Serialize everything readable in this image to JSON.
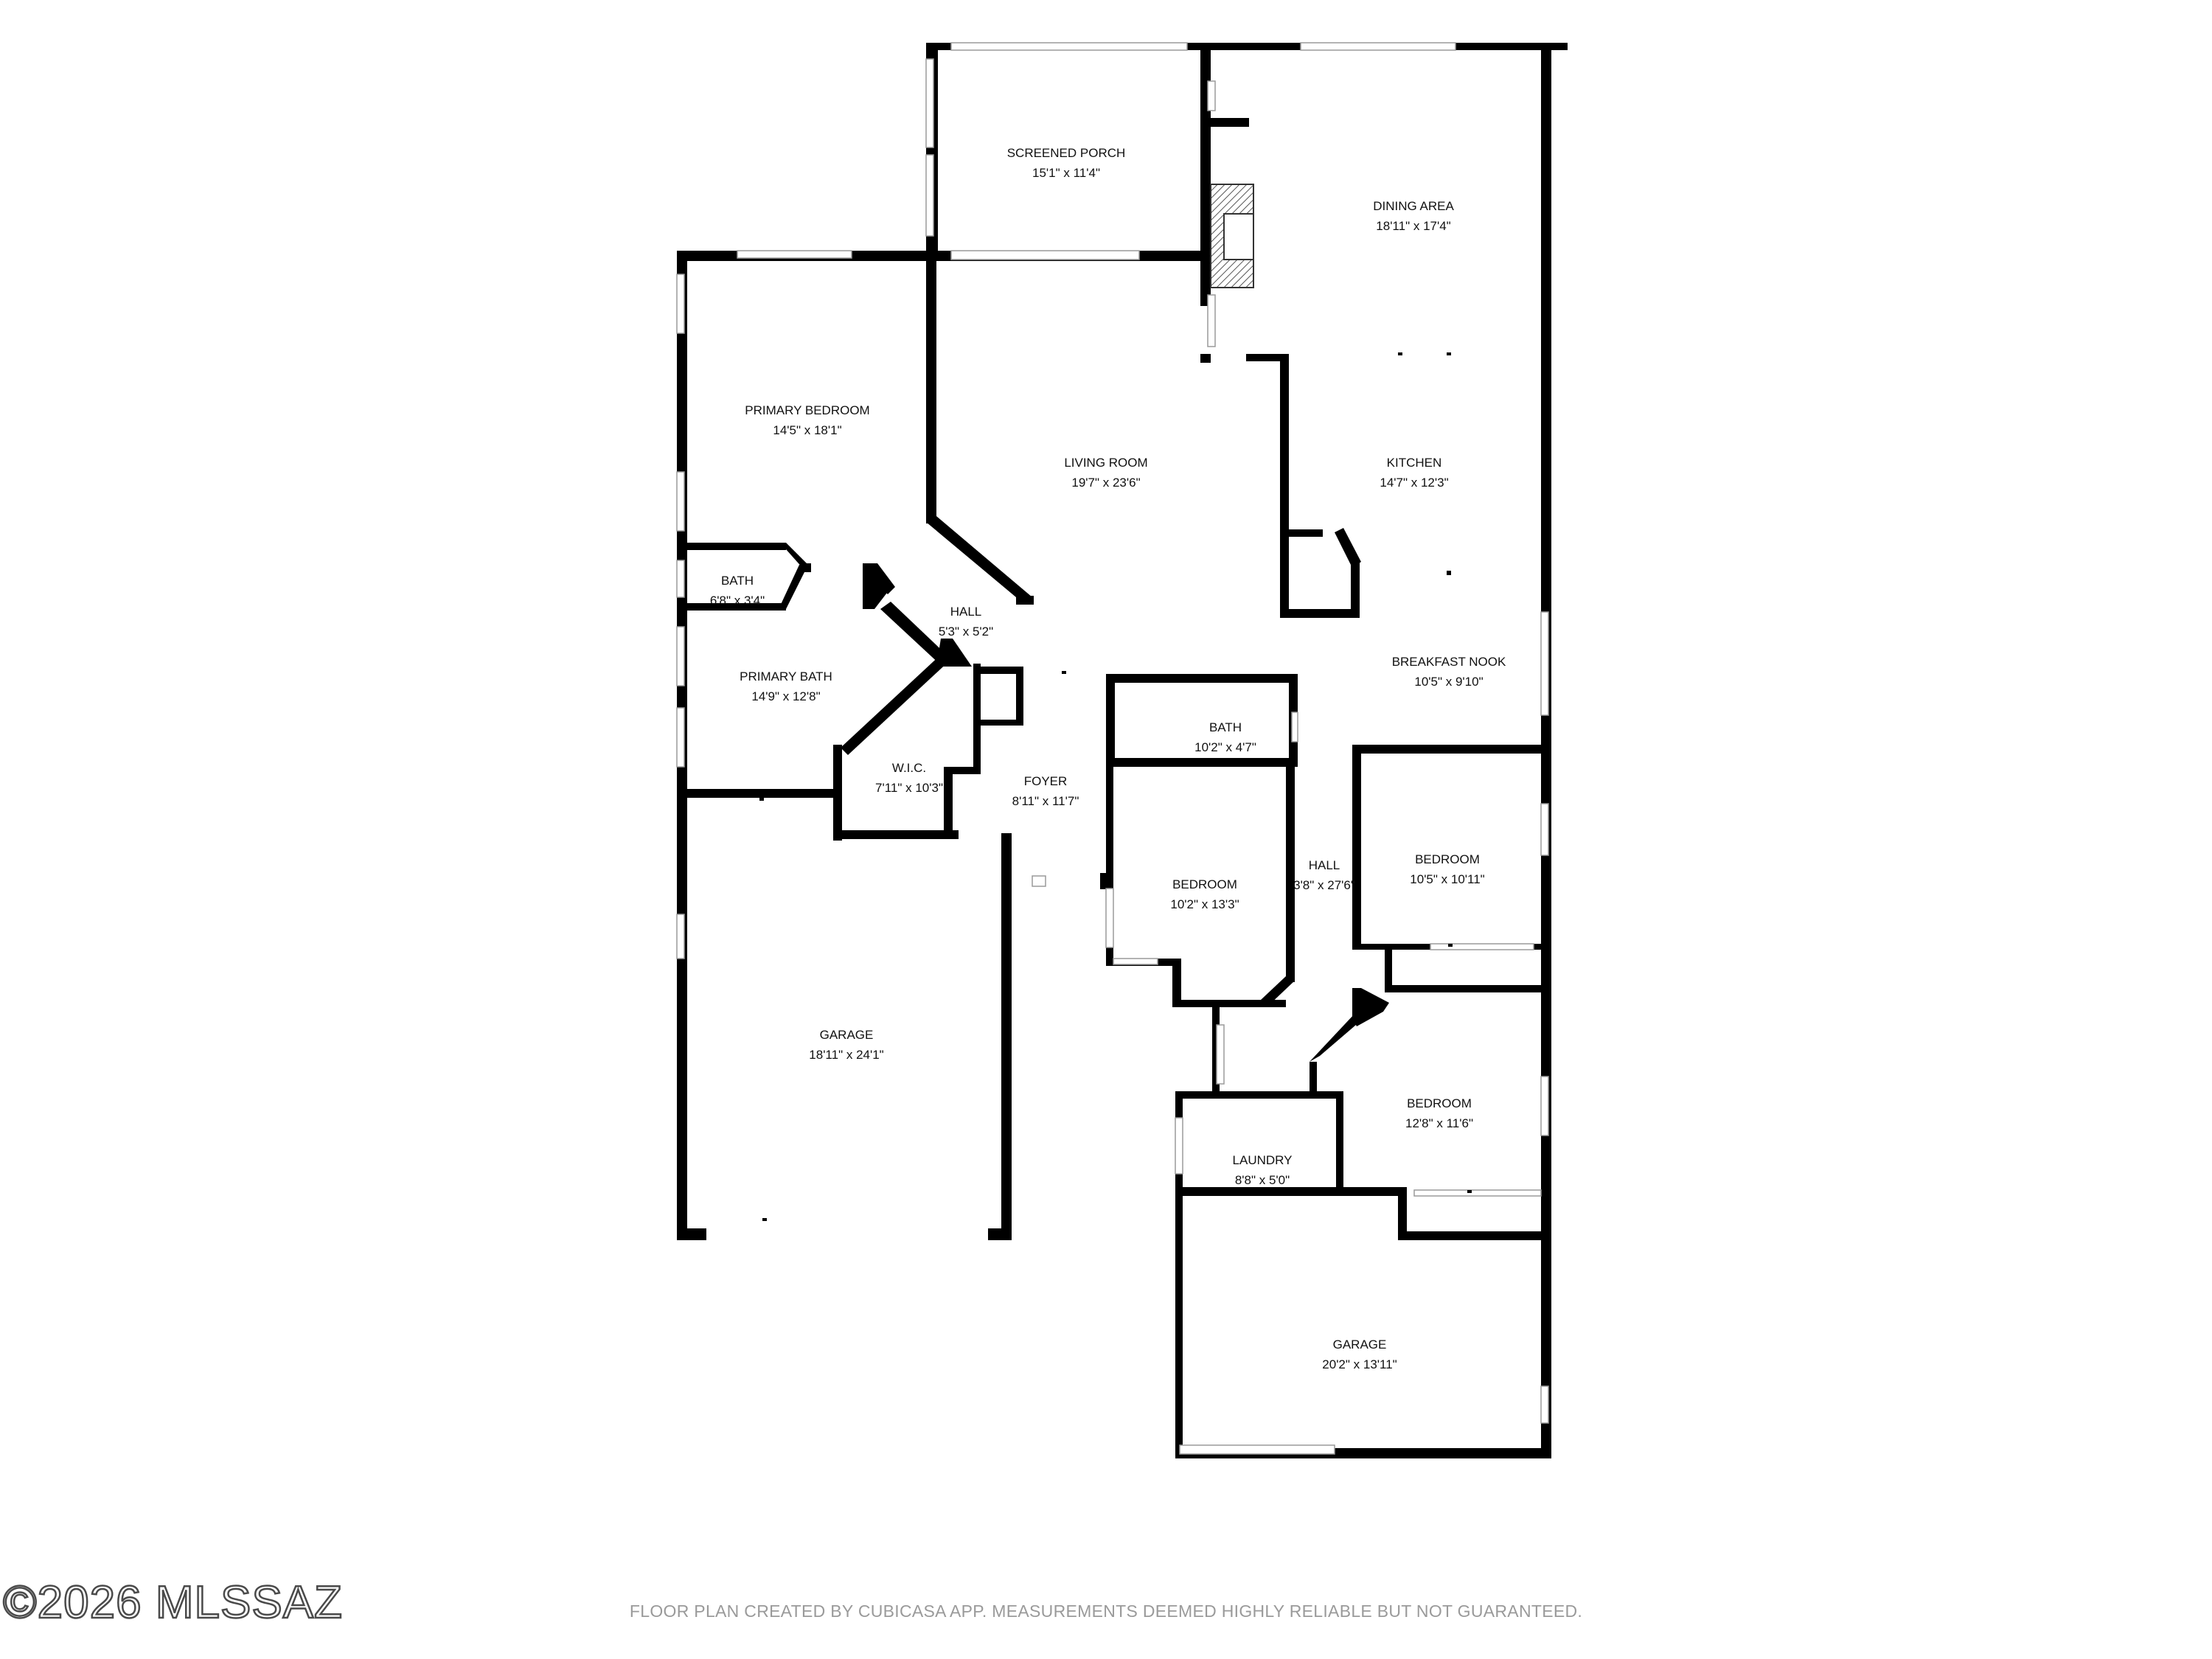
{
  "rooms": [
    {
      "id": "screened-porch",
      "name": "SCREENED PORCH",
      "dims": "15'1\" x 11'4\""
    },
    {
      "id": "dining-area",
      "name": "DINING AREA",
      "dims": "18'11\" x 17'4\""
    },
    {
      "id": "primary-bedroom",
      "name": "PRIMARY BEDROOM",
      "dims": "14'5\" x 18'1\""
    },
    {
      "id": "living-room",
      "name": "LIVING ROOM",
      "dims": "19'7\" x 23'6\""
    },
    {
      "id": "kitchen",
      "name": "KITCHEN",
      "dims": "14'7\" x 12'3\""
    },
    {
      "id": "bath-1",
      "name": "BATH",
      "dims": "6'8\" x 3'4\""
    },
    {
      "id": "hall-1",
      "name": "HALL",
      "dims": "5'3\" x 5'2\""
    },
    {
      "id": "breakfast-nook",
      "name": "BREAKFAST NOOK",
      "dims": "10'5\" x 9'10\""
    },
    {
      "id": "primary-bath",
      "name": "PRIMARY BATH",
      "dims": "14'9\" x 12'8\""
    },
    {
      "id": "bath-2",
      "name": "BATH",
      "dims": "10'2\" x 4'7\""
    },
    {
      "id": "wic",
      "name": "W.I.C.",
      "dims": "7'11\" x 10'3\""
    },
    {
      "id": "foyer",
      "name": "FOYER",
      "dims": "8'11\" x 11'7\""
    },
    {
      "id": "bedroom-1",
      "name": "BEDROOM",
      "dims": "10'5\" x 10'11\""
    },
    {
      "id": "hall-2",
      "name": "HALL",
      "dims": "3'8\" x 27'6\""
    },
    {
      "id": "bedroom-2",
      "name": "BEDROOM",
      "dims": "10'2\" x 13'3\""
    },
    {
      "id": "garage-1",
      "name": "GARAGE",
      "dims": "18'11\" x 24'1\""
    },
    {
      "id": "bedroom-3",
      "name": "BEDROOM",
      "dims": "12'8\" x 11'6\""
    },
    {
      "id": "laundry",
      "name": "LAUNDRY",
      "dims": "8'8\" x 5'0\""
    },
    {
      "id": "garage-2",
      "name": "GARAGE",
      "dims": "20'2\" x 13'11\""
    }
  ],
  "watermark": "©2026 MLSSAZ",
  "disclaimer": "FLOOR PLAN CREATED BY CUBICASA APP. MEASUREMENTS DEEMED HIGHLY RELIABLE BUT NOT GUARANTEED.",
  "colors": {
    "wall": "#000000",
    "window": "#9a9a9a",
    "text": "#111111",
    "disclaimer": "#9a9a9a"
  }
}
